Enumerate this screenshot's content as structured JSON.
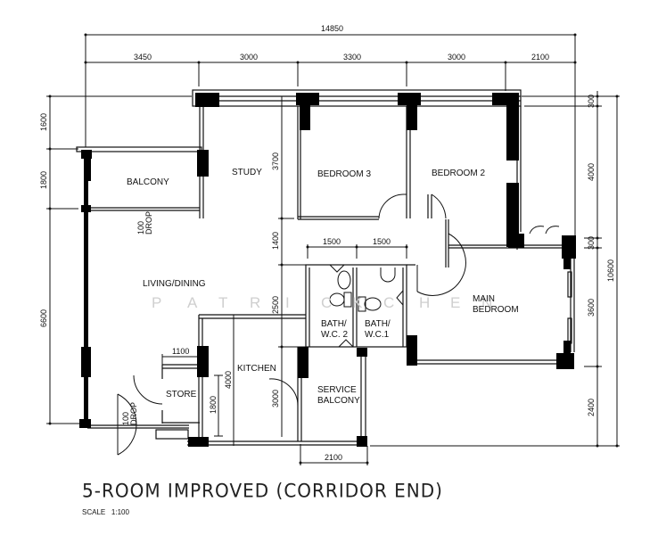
{
  "plan": {
    "title": "5-ROOM IMPROVED (CORRIDOR END)",
    "scale_label": "SCALE",
    "scale_value": "1:100",
    "watermark": [
      "P",
      "A",
      "T",
      "R",
      "I",
      "C",
      "K",
      "C",
      "H",
      "E",
      "N"
    ]
  },
  "rooms": {
    "balcony": "BALCONY",
    "study": "STUDY",
    "bedroom3": "BEDROOM 3",
    "bedroom2": "BEDROOM 2",
    "living_dining": "LIVING/DINING",
    "main_bedroom_1": "MAIN",
    "main_bedroom_2": "BEDROOM",
    "bath2_1": "BATH/",
    "bath2_2": "W.C. 2",
    "bath1_1": "BATH/",
    "bath1_2": "W.C.1",
    "kitchen": "KITCHEN",
    "store": "STORE",
    "service_balcony_1": "SERVICE",
    "service_balcony_2": "BALCONY",
    "drop_top_1": "100",
    "drop_top_2": "DROP",
    "drop_bottom_1": "100",
    "drop_bottom_2": "DROP"
  },
  "dimensions": {
    "overall_width": "14850",
    "top_segments": [
      "3450",
      "3000",
      "3300",
      "3000",
      "2100"
    ],
    "left_segments": [
      "1600",
      "1800",
      "6600"
    ],
    "right_segments": [
      "300",
      "4000",
      "300",
      "3600",
      "2400"
    ],
    "overall_height": "10600",
    "study_depth": "3700",
    "corridor": "1400",
    "bath_widths": [
      "1500",
      "1500"
    ],
    "bath_depth": "2500",
    "store_width": "1100",
    "kitchen_length": "4000",
    "store_depth": "1800",
    "service_depth": "3000",
    "service_width": "2100"
  },
  "colors": {
    "line": "#111111",
    "wall_fill": "#000000",
    "watermark": "#cfcfcf",
    "background": "#ffffff"
  }
}
